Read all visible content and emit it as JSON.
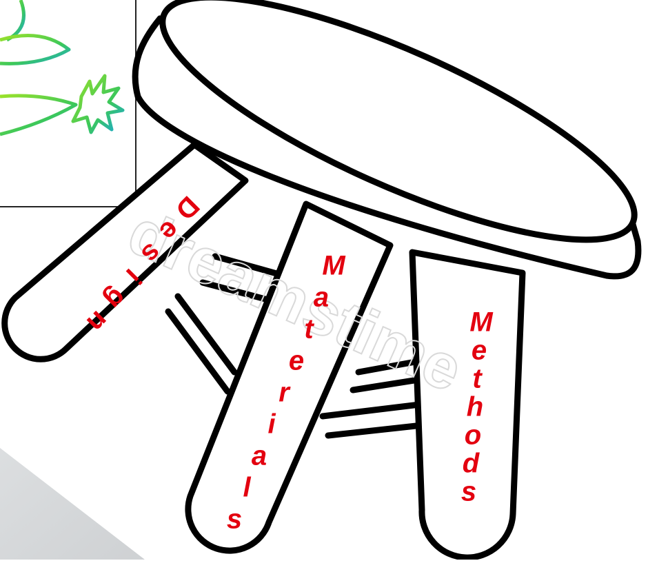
{
  "colors": {
    "background_light": "#f4f6f7",
    "background_dark": "#b4b7ba",
    "paper": "#ffffff",
    "ink": "#000000",
    "label_red": "#e3000f",
    "watermark": "#dcdcdc",
    "spark_green": "#4cd42c",
    "spark_cyan": "#20b8d8"
  },
  "stool": {
    "legs": [
      {
        "id": "design",
        "label": "Design"
      },
      {
        "id": "materials",
        "label": "Materials"
      },
      {
        "id": "methods",
        "label": "Methods"
      }
    ]
  },
  "icons": {
    "inset": "rocket-spark-icon",
    "watermark": "dreamstime-watermark"
  }
}
